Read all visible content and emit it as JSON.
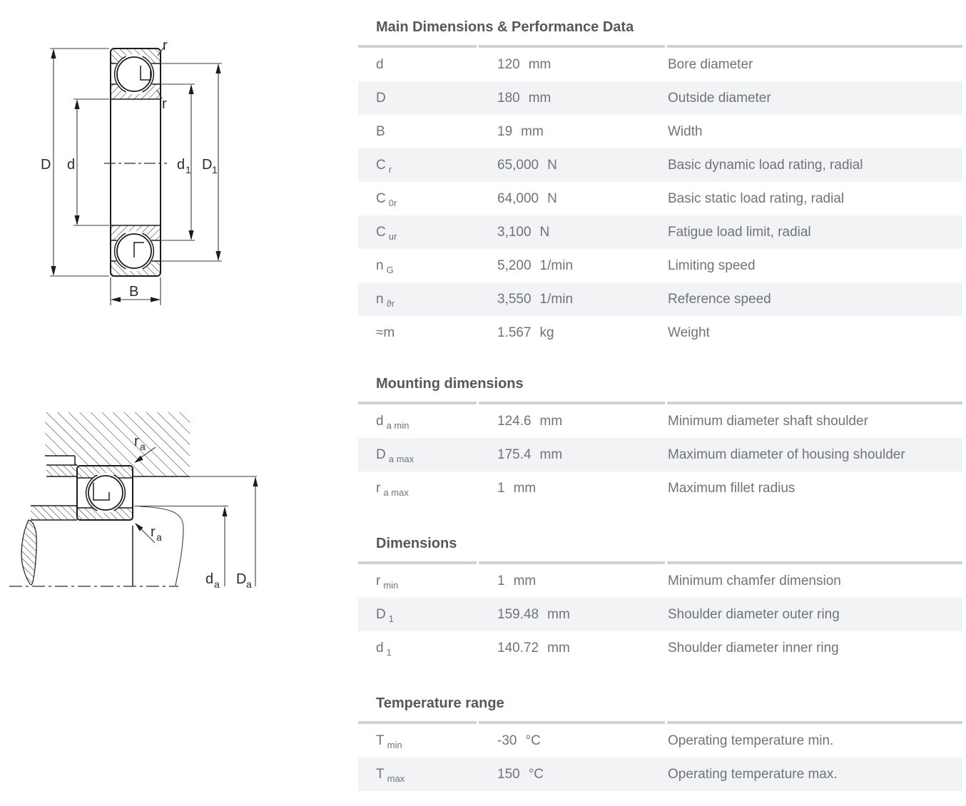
{
  "colors": {
    "table_border": "#ccd3d9",
    "row_stripe": "#f1f3f4",
    "body_text": "#6e7479",
    "title_text": "#54585c",
    "drawing_line": "#1c1c1c"
  },
  "drawings": {
    "cross_section": {
      "label_D": "D",
      "label_d": "d",
      "label_d1": "d",
      "label_d1_sub": "1",
      "label_D1": "D",
      "label_D1_sub": "1",
      "label_B": "B",
      "label_r_top": "r",
      "label_r_inner": "r"
    },
    "mounting": {
      "label_ra_top": "r",
      "label_ra_top_sub": "a",
      "label_ra_bottom": "r",
      "label_ra_bottom_sub": "a",
      "label_da": "d",
      "label_da_sub": "a",
      "label_Da": "D",
      "label_Da_sub": "a"
    }
  },
  "sections": [
    {
      "title": "Main Dimensions & Performance Data",
      "rows": [
        {
          "sym": "d",
          "sub": "",
          "value": "120",
          "unit": "mm",
          "desc": "Bore diameter"
        },
        {
          "sym": "D",
          "sub": "",
          "value": "180",
          "unit": "mm",
          "desc": "Outside diameter"
        },
        {
          "sym": "B",
          "sub": "",
          "value": "19",
          "unit": "mm",
          "desc": "Width"
        },
        {
          "sym": "C",
          "sub": "r",
          "value": "65,000",
          "unit": "N",
          "desc": "Basic dynamic load rating, radial"
        },
        {
          "sym": "C",
          "sub": "0r",
          "value": "64,000",
          "unit": "N",
          "desc": "Basic static load rating, radial"
        },
        {
          "sym": "C",
          "sub": "ur",
          "value": "3,100",
          "unit": "N",
          "desc": "Fatigue load limit, radial"
        },
        {
          "sym": "n",
          "sub": "G",
          "value": "5,200",
          "unit": "1/min",
          "desc": "Limiting speed"
        },
        {
          "sym": "n",
          "sub": "ϑr",
          "value": "3,550",
          "unit": "1/min",
          "desc": "Reference speed"
        },
        {
          "sym": "≈m",
          "sub": "",
          "value": "1.567",
          "unit": "kg",
          "desc": "Weight"
        }
      ]
    },
    {
      "title": "Mounting dimensions",
      "rows": [
        {
          "sym": "d",
          "sub": "a min",
          "value": "124.6",
          "unit": "mm",
          "desc": "Minimum diameter shaft shoulder"
        },
        {
          "sym": "D",
          "sub": "a max",
          "value": "175.4",
          "unit": "mm",
          "desc": "Maximum diameter of housing shoulder"
        },
        {
          "sym": "r",
          "sub": "a max",
          "value": "1",
          "unit": "mm",
          "desc": "Maximum fillet radius"
        }
      ]
    },
    {
      "title": "Dimensions",
      "rows": [
        {
          "sym": "r",
          "sub": "min",
          "value": "1",
          "unit": "mm",
          "desc": "Minimum chamfer dimension"
        },
        {
          "sym": "D",
          "sub": "1",
          "value": "159.48",
          "unit": "mm",
          "desc": "Shoulder diameter outer ring"
        },
        {
          "sym": "d",
          "sub": "1",
          "value": "140.72",
          "unit": "mm",
          "desc": "Shoulder diameter inner ring"
        }
      ]
    },
    {
      "title": "Temperature range",
      "rows": [
        {
          "sym": "T",
          "sub": "min",
          "value": "-30",
          "unit": "°C",
          "desc": "Operating temperature min."
        },
        {
          "sym": "T",
          "sub": "max",
          "value": "150",
          "unit": "°C",
          "desc": "Operating temperature max."
        }
      ]
    }
  ]
}
